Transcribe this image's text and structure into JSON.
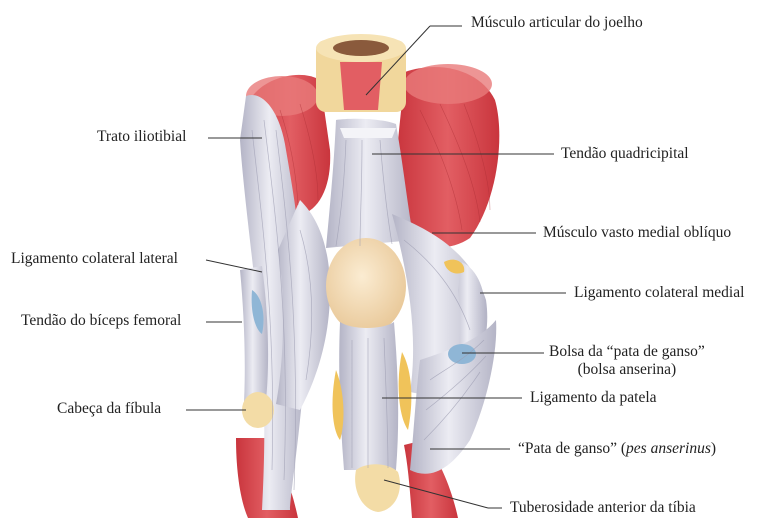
{
  "figure": {
    "colors": {
      "muscle": "#d9444b",
      "muscle_dark": "#b8303a",
      "tendon": "#dcdce6",
      "tendon_shade": "#a9a9ba",
      "bone": "#f3dca6",
      "marrow": "#8a5a3c",
      "bursa_blue": "#8fb6d6",
      "fat_yellow": "#f0c35a",
      "leader_line": "#333333"
    }
  },
  "labels": {
    "musculo_articular": "Músculo articular do joelho",
    "trato_iliotibial": "Trato iliotibial",
    "tendao_quadricipital": "Tendão quadricipital",
    "vasto_medial_obliquo": "Músculo vasto medial oblíquo",
    "colateral_lateral": "Ligamento colateral lateral",
    "colateral_medial": "Ligamento colateral medial",
    "biceps_femoral": "Tendão do bíceps femoral",
    "bolsa_line1": "Bolsa da “pata de ganso”",
    "bolsa_line2": "(bolsa anserina)",
    "cabeca_fibula": "Cabeça da fíbula",
    "ligamento_patela": "Ligamento da patela",
    "pata_de_ganso_main": "“Pata de ganso” (",
    "pata_de_ganso_latin": "pes anserinus",
    "pata_de_ganso_close": ")",
    "tuberosidade_tibia": "Tuberosidade anterior da tíbia"
  }
}
